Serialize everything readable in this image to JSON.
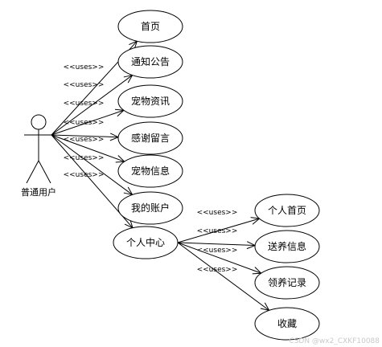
{
  "actor": {
    "label": "普通用户"
  },
  "stereotype": "<<uses>>",
  "use_cases": [
    {
      "id": "home",
      "label": "首页"
    },
    {
      "id": "notice",
      "label": "通知公告"
    },
    {
      "id": "pet_news",
      "label": "宠物资讯"
    },
    {
      "id": "thanks",
      "label": "感谢留言"
    },
    {
      "id": "pet_info",
      "label": "宠物信息"
    },
    {
      "id": "account",
      "label": "我的账户"
    },
    {
      "id": "center",
      "label": "个人中心"
    },
    {
      "id": "my_home",
      "label": "个人首页"
    },
    {
      "id": "send_info",
      "label": "送养信息"
    },
    {
      "id": "adopt_rec",
      "label": "领养记录"
    },
    {
      "id": "favorite",
      "label": "收藏"
    }
  ],
  "watermark": "CSDN @wx2_CXKF10088"
}
